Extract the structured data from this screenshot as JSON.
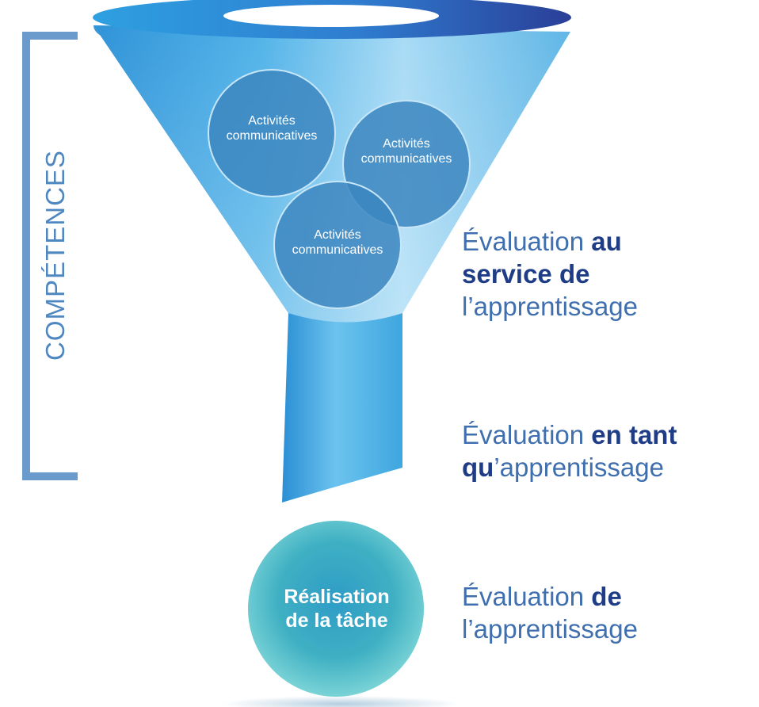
{
  "bracket_label": "COMPÉTENCES",
  "circles": [
    {
      "line1": "Activités",
      "line2": "communicatives"
    },
    {
      "line1": "Activités",
      "line2": "communicatives"
    },
    {
      "line1": "Activités",
      "line2": "communicatives"
    }
  ],
  "task": {
    "line1": "Réalisation",
    "line2": "de la tâche"
  },
  "evaluations": [
    {
      "prefix": "Évaluation ",
      "bold1": "au",
      "bold2": "service de",
      "suffix": "l’apprentissage"
    },
    {
      "prefix": "Évaluation ",
      "bold1": "en tant",
      "bold2": "qu",
      "suffix": "’apprentissage"
    },
    {
      "prefix": "Évaluation ",
      "bold1": "de",
      "suffix": "l’apprentissage"
    }
  ],
  "colors": {
    "bracket": "#6b9bcc",
    "funnel_light": "#b9e2f7",
    "funnel_mid": "#3ea6df",
    "funnel_dark": "#2a4aa0",
    "circle": "#3c86bf",
    "task_circle": "#4ebcc2",
    "text_blue": "#3f6fae",
    "text_bold": "#1f3c87"
  }
}
